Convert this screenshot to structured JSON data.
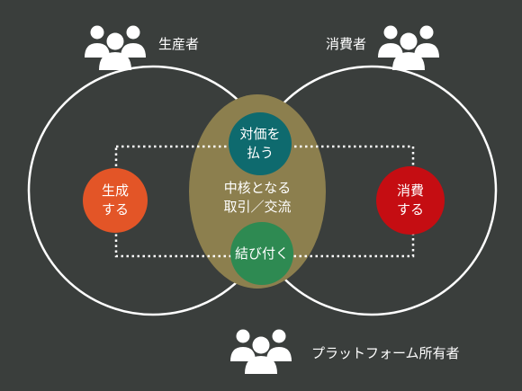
{
  "labels": {
    "producer": "生産者",
    "consumer": "消費者",
    "platform_owner": "プラットフォーム所有者"
  },
  "nodes": {
    "pay": {
      "line1": "対価を",
      "line2": "払う"
    },
    "produce": {
      "line1": "生成",
      "line2": "する"
    },
    "consume": {
      "line1": "消費",
      "line2": "する"
    },
    "core": {
      "line1": "中核となる",
      "line2": "取引／交流"
    },
    "connect": {
      "line1": "結び付く"
    }
  },
  "icons": {
    "producer": "people-group-icon",
    "consumer": "people-group-icon",
    "platform_owner": "people-group-icon"
  },
  "colors": {
    "background": "#3a3e3c",
    "outline": "#ffffff",
    "core_ellipse": "#8c7f4e",
    "pay_circle": "#0e6a6e",
    "produce_circle": "#e35527",
    "consume_circle": "#c50d12",
    "connect_circle": "#2e8a52"
  }
}
